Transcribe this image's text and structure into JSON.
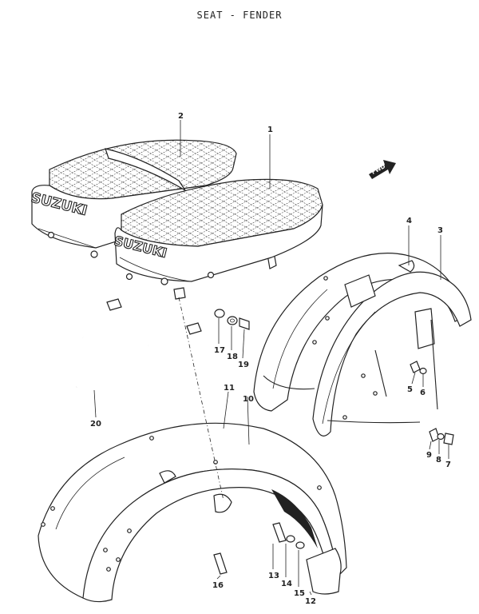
{
  "title": "SEAT - FENDER",
  "fwd_label": "FWD",
  "seat_brand": "SUZUKI",
  "callouts": {
    "p1": "1",
    "p2": "2",
    "p3": "3",
    "p4": "4",
    "p5": "5",
    "p6": "6",
    "p7": "7",
    "p8": "8",
    "p9": "9",
    "p10": "10",
    "p11": "11",
    "p12": "12",
    "p13": "13",
    "p14": "14",
    "p15": "15",
    "p16": "16",
    "p17": "17",
    "p18": "18",
    "p19": "19",
    "p20": "20"
  }
}
